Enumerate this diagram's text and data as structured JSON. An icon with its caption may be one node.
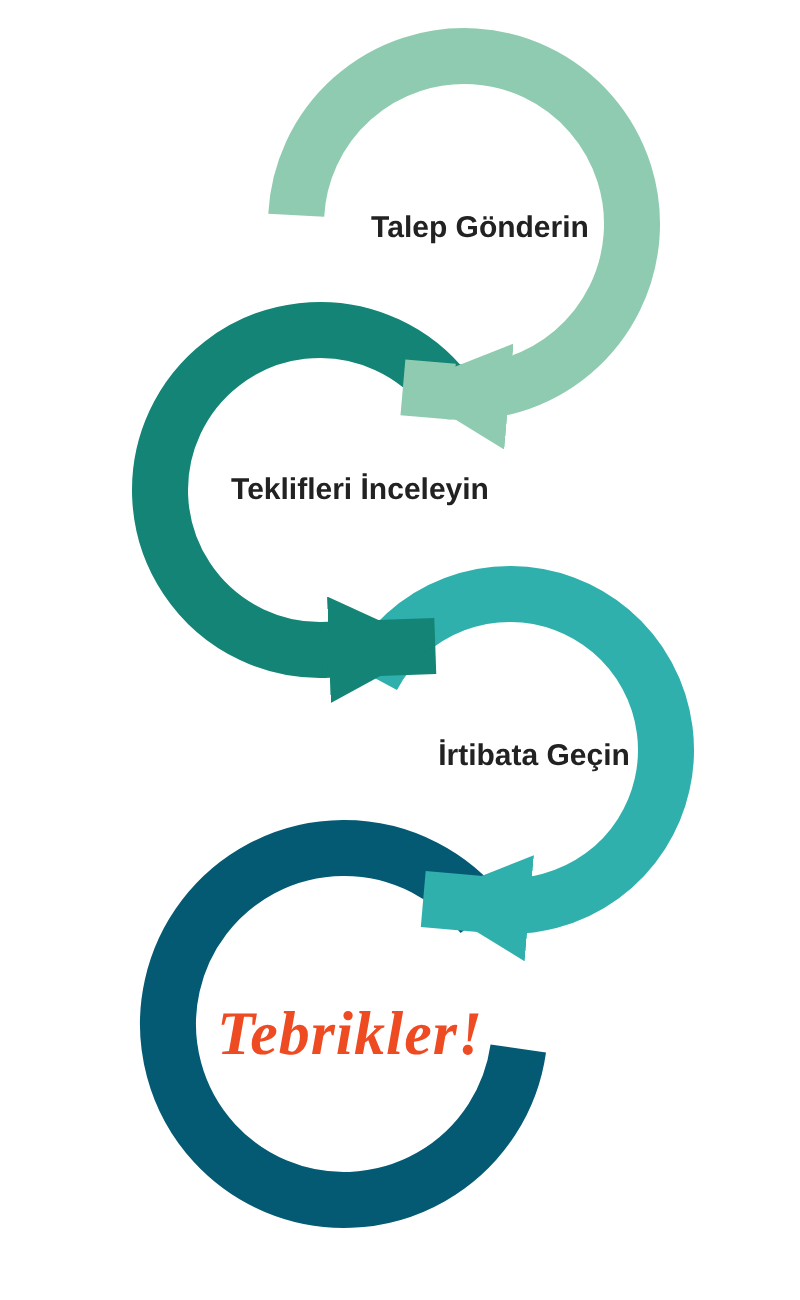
{
  "diagram": {
    "nodes": [
      {
        "text": [
          "Talep Gönderin"
        ]
      },
      {
        "text": [
          "Teklifleri İnceleyin"
        ]
      },
      {
        "text": [
          "İrtibata Geçin"
        ]
      },
      {
        "text": [
          "Tebrikler!"
        ]
      }
    ],
    "edges": [
      {
        "from": 0,
        "to": 1,
        "arrow": "to",
        "color": "#8fcbb0"
      },
      {
        "from": 1,
        "to": 2,
        "arrow": "to",
        "color": "#138475"
      },
      {
        "from": 2,
        "to": 3,
        "arrow": "to",
        "color": "#30b0ac"
      }
    ]
  }
}
